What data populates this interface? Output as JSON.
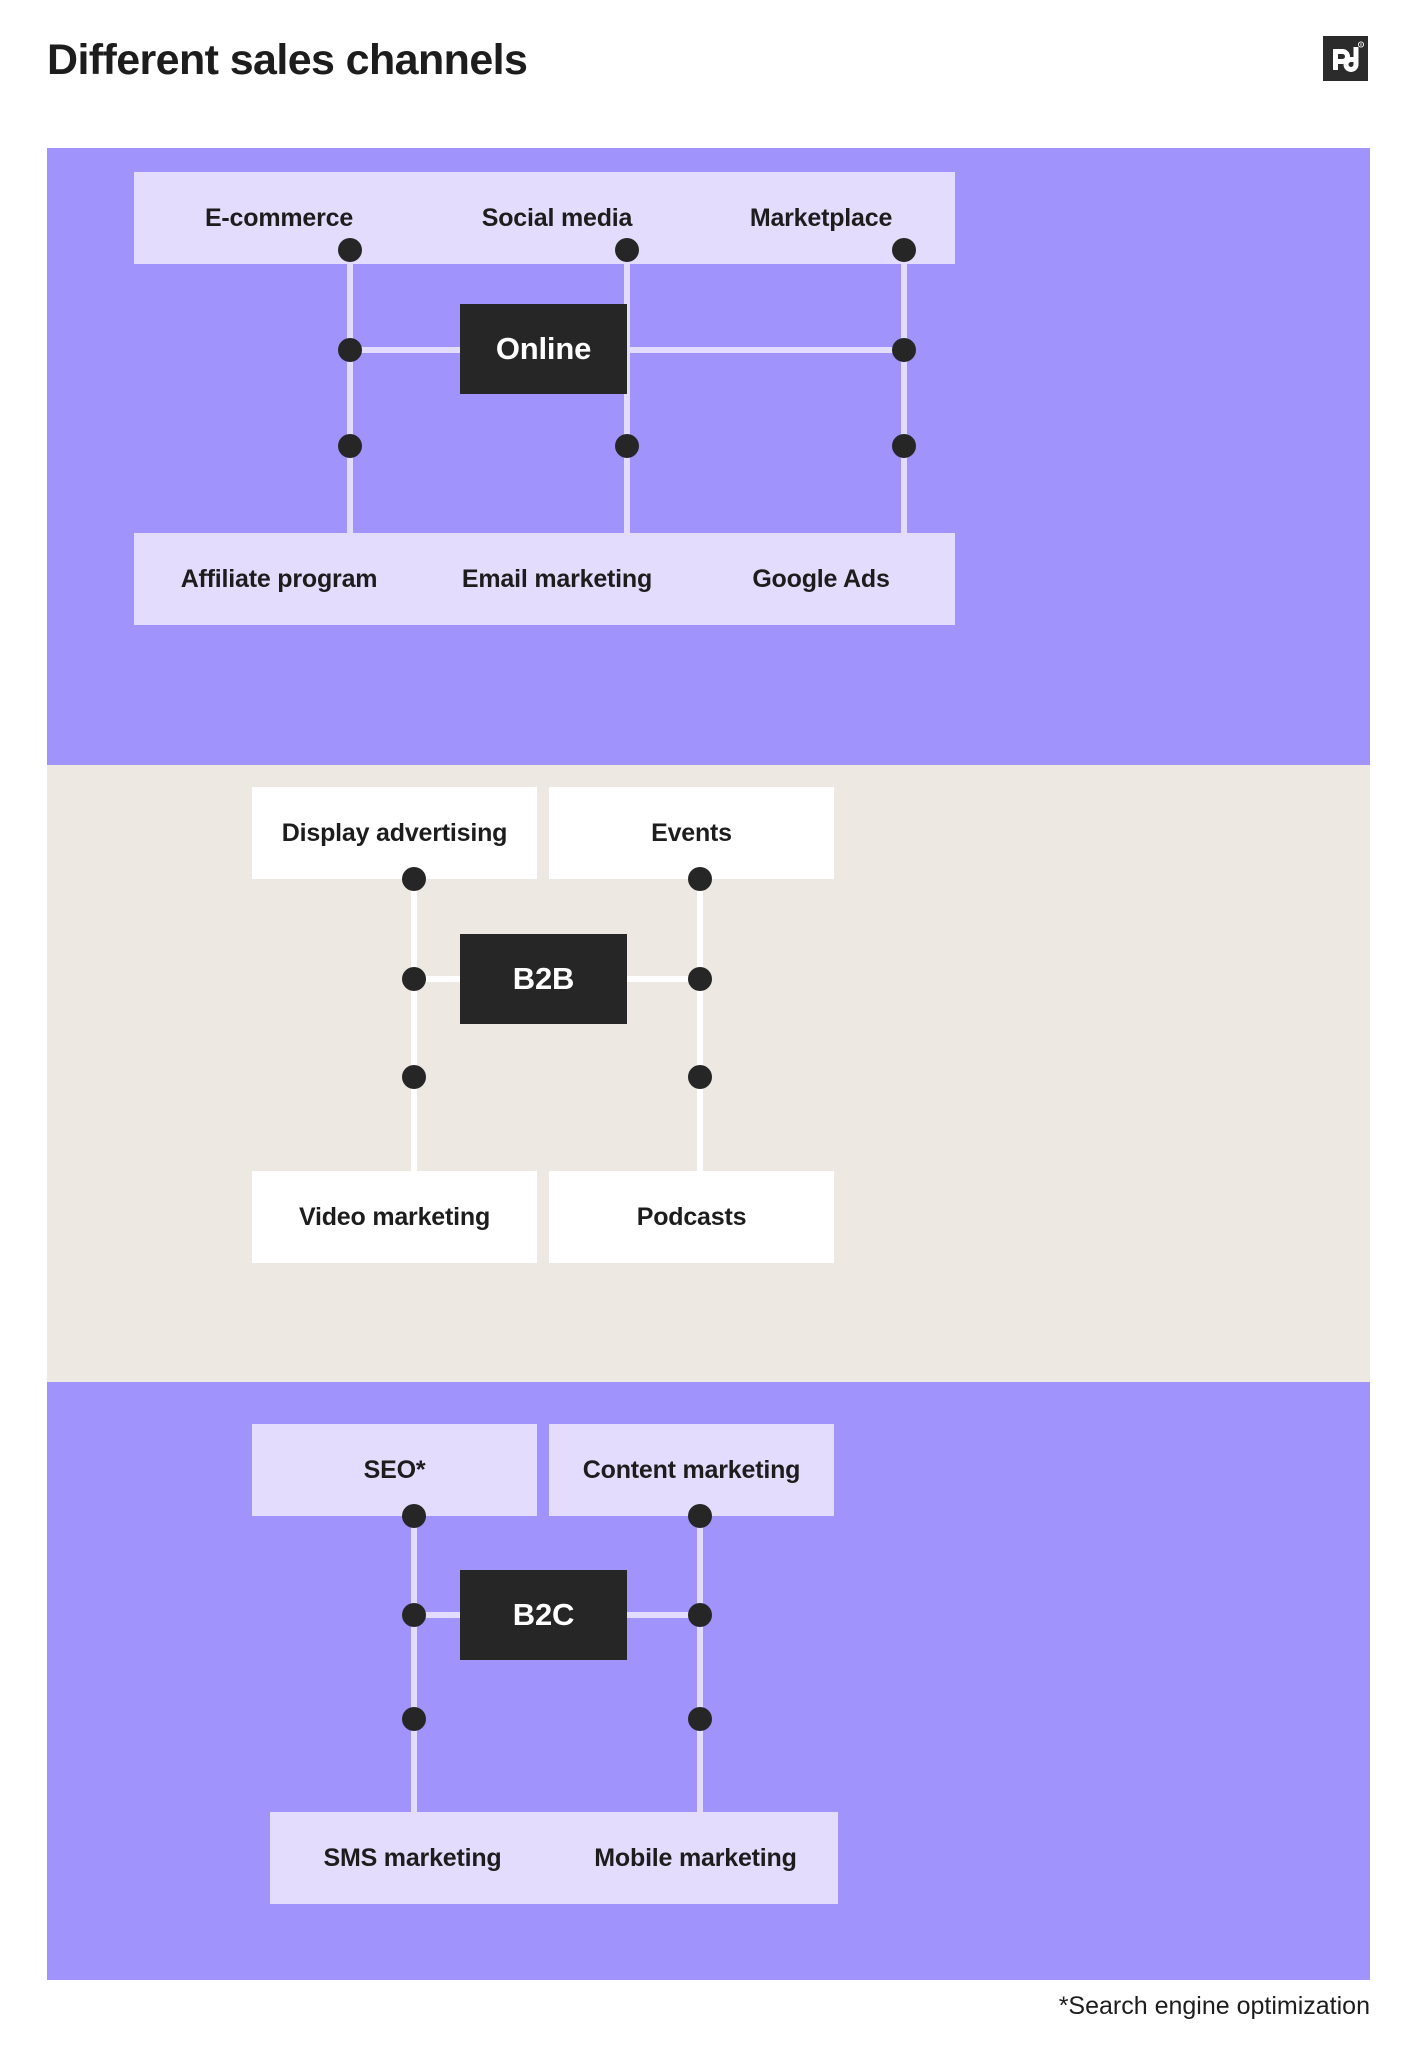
{
  "header": {
    "title": "Different sales channels",
    "logo_name": "pandadoc-logo",
    "logo_mark": "pd"
  },
  "colors": {
    "purple_band": "#a193fc",
    "beige_band": "#ede8e2",
    "lavender_box": "#e4dcfc",
    "white_box": "#ffffff",
    "hub_dark": "#262626",
    "text_dark": "#1d1d1d",
    "page_background": "#ffffff"
  },
  "diagram": {
    "type": "hub-and-spoke",
    "sections": [
      {
        "id": "online",
        "hub": "Online",
        "background": "#a193fc",
        "box_style": "lavender",
        "top_nodes": [
          "E-commerce",
          "Social media",
          "Marketplace"
        ],
        "bottom_nodes": [
          "Affiliate program",
          "Email marketing",
          "Google Ads"
        ]
      },
      {
        "id": "b2b",
        "hub": "B2B",
        "background": "#ede8e2",
        "box_style": "white",
        "top_nodes": [
          "Display advertising",
          "Events"
        ],
        "bottom_nodes": [
          "Video marketing",
          "Podcasts"
        ]
      },
      {
        "id": "b2c",
        "hub": "B2C",
        "background": "#a193fc",
        "box_style": "lavender",
        "top_nodes": [
          "SEO*",
          "Content marketing"
        ],
        "bottom_nodes": [
          "SMS marketing",
          "Mobile marketing"
        ]
      }
    ]
  },
  "footnote": {
    "text": "*Search engine optimization"
  }
}
